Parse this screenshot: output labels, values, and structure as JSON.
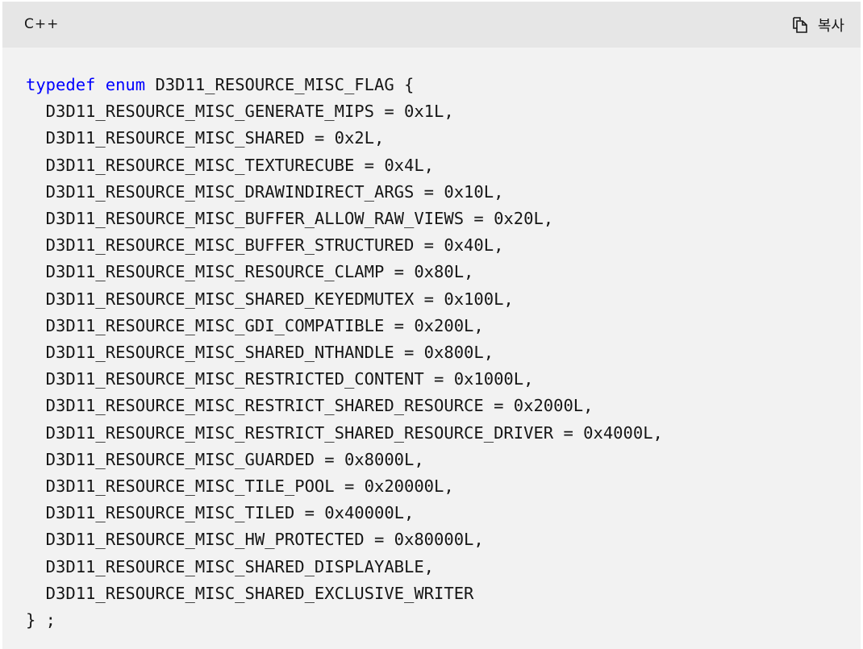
{
  "header": {
    "language_label": "C++",
    "copy_button_label": "복사",
    "copy_icon": "copy-icon"
  },
  "code": {
    "keywords": [
      "typedef",
      "enum"
    ],
    "first_line_rest": " D3D11_RESOURCE_MISC_FLAG {",
    "lines": [
      "  D3D11_RESOURCE_MISC_GENERATE_MIPS = 0x1L,",
      "  D3D11_RESOURCE_MISC_SHARED = 0x2L,",
      "  D3D11_RESOURCE_MISC_TEXTURECUBE = 0x4L,",
      "  D3D11_RESOURCE_MISC_DRAWINDIRECT_ARGS = 0x10L,",
      "  D3D11_RESOURCE_MISC_BUFFER_ALLOW_RAW_VIEWS = 0x20L,",
      "  D3D11_RESOURCE_MISC_BUFFER_STRUCTURED = 0x40L,",
      "  D3D11_RESOURCE_MISC_RESOURCE_CLAMP = 0x80L,",
      "  D3D11_RESOURCE_MISC_SHARED_KEYEDMUTEX = 0x100L,",
      "  D3D11_RESOURCE_MISC_GDI_COMPATIBLE = 0x200L,",
      "  D3D11_RESOURCE_MISC_SHARED_NTHANDLE = 0x800L,",
      "  D3D11_RESOURCE_MISC_RESTRICTED_CONTENT = 0x1000L,",
      "  D3D11_RESOURCE_MISC_RESTRICT_SHARED_RESOURCE = 0x2000L,",
      "  D3D11_RESOURCE_MISC_RESTRICT_SHARED_RESOURCE_DRIVER = 0x4000L,",
      "  D3D11_RESOURCE_MISC_GUARDED = 0x8000L,",
      "  D3D11_RESOURCE_MISC_TILE_POOL = 0x20000L,",
      "  D3D11_RESOURCE_MISC_TILED = 0x40000L,",
      "  D3D11_RESOURCE_MISC_HW_PROTECTED = 0x80000L,",
      "  D3D11_RESOURCE_MISC_SHARED_DISPLAYABLE,",
      "  D3D11_RESOURCE_MISC_SHARED_EXCLUSIVE_WRITER",
      "} ;"
    ]
  },
  "colors": {
    "keyword": "#0000ff",
    "text": "#161616",
    "header_bg": "#e6e6e6",
    "code_bg": "#f2f2f2"
  }
}
